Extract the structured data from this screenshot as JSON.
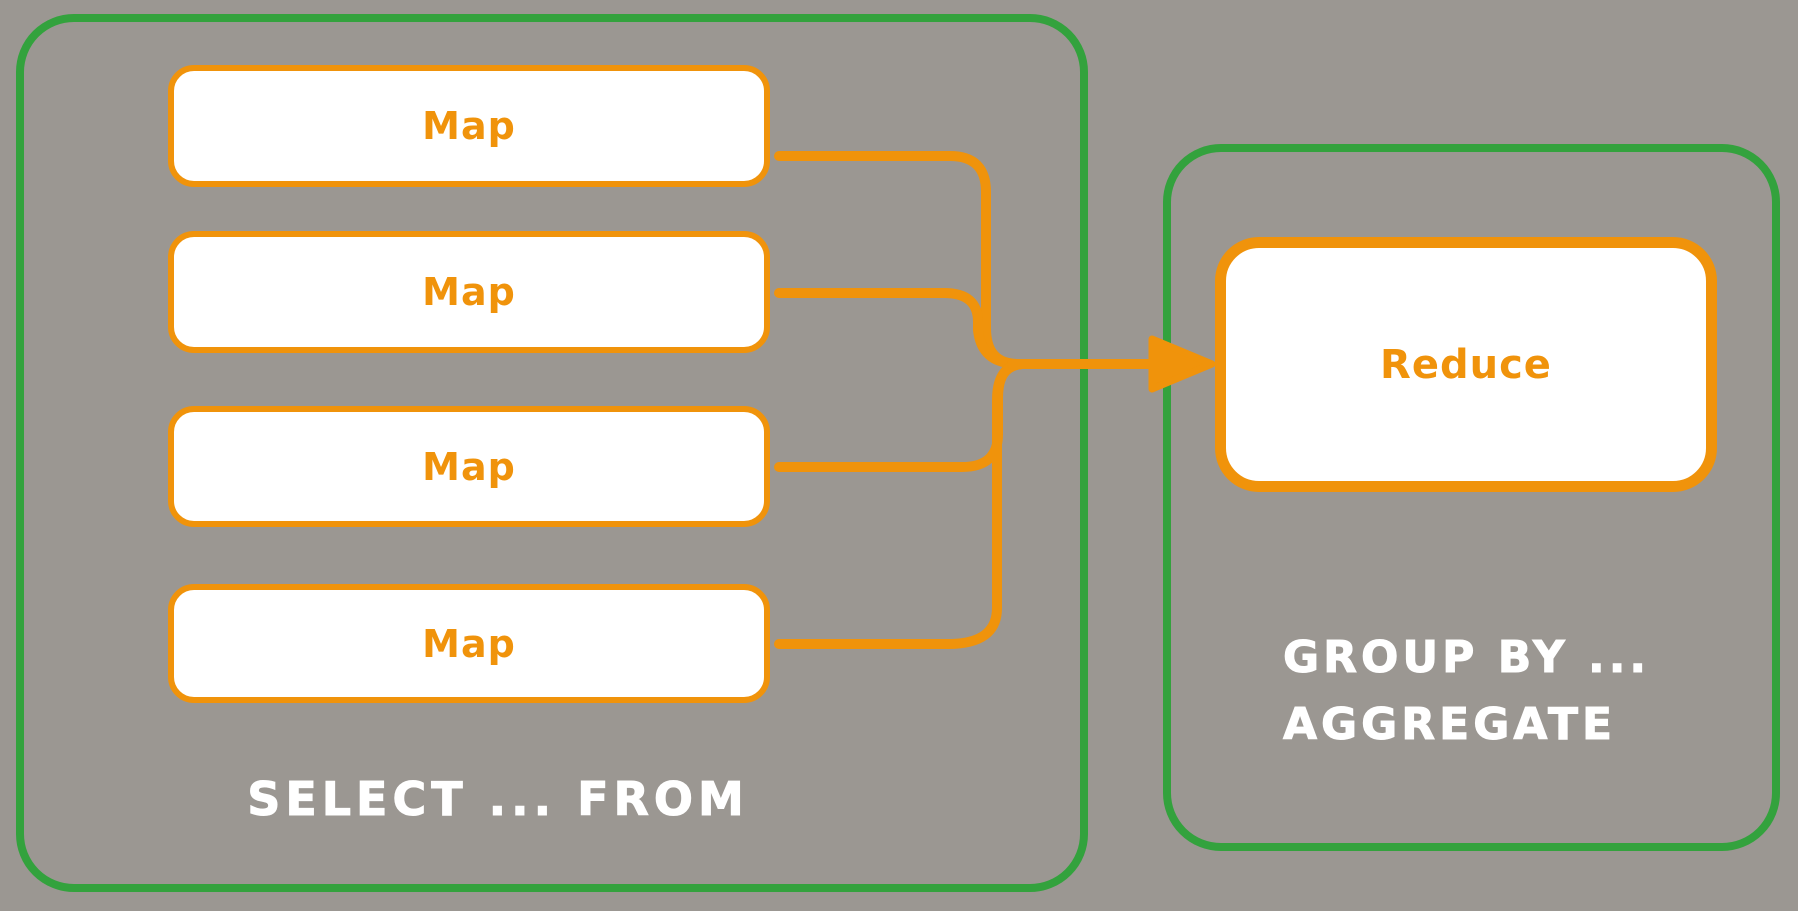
{
  "colors": {
    "background": "#9b9792",
    "orange": "#f0930b",
    "green": "#33a23d",
    "node_fill": "#ffffff",
    "caption_text": "#ffffff"
  },
  "map_stage": {
    "caption": "SELECT ... FROM",
    "nodes": [
      {
        "label": "Map"
      },
      {
        "label": "Map"
      },
      {
        "label": "Map"
      },
      {
        "label": "Map"
      }
    ]
  },
  "reduce_stage": {
    "caption_line1": "GROUP BY ...",
    "caption_line2": "AGGREGATE",
    "node": {
      "label": "Reduce"
    }
  }
}
